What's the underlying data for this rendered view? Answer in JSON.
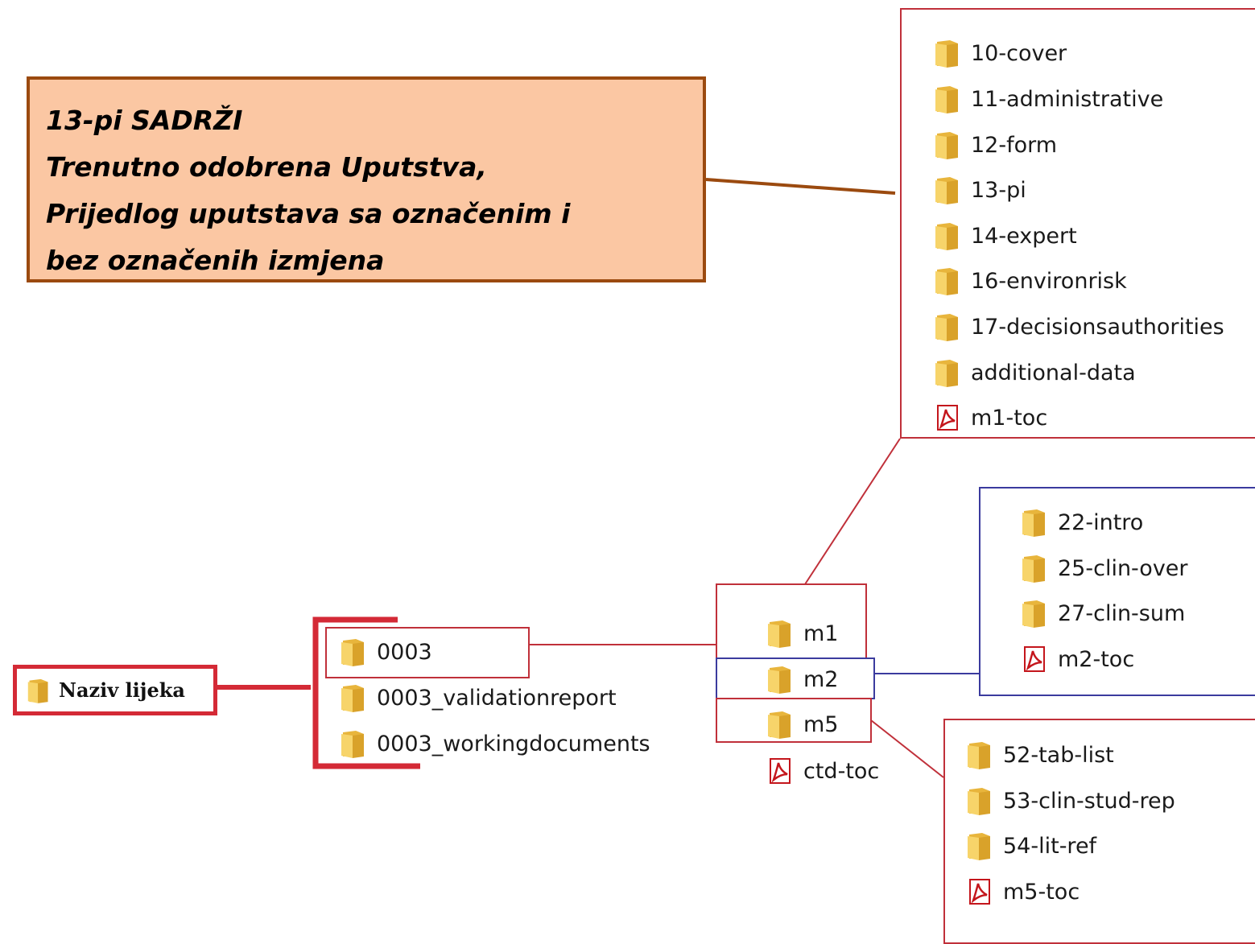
{
  "callout": {
    "lines": [
      "13-pi SADRŽI",
      "Trenutno odobrena Uputstva,",
      "Prijedlog uputstava sa označenim i",
      "bez označenih izmjena"
    ]
  },
  "root": {
    "label": "Naziv lijeka",
    "icon": "folder-icon"
  },
  "level1": [
    {
      "label": "0003",
      "icon": "folder-icon"
    },
    {
      "label": "0003_validationreport",
      "icon": "folder-icon"
    },
    {
      "label": "0003_workingdocuments",
      "icon": "folder-icon"
    }
  ],
  "level2": [
    {
      "label": "m1",
      "icon": "folder-icon"
    },
    {
      "label": "m2",
      "icon": "folder-icon"
    },
    {
      "label": "m5",
      "icon": "folder-icon"
    },
    {
      "label": "ctd-toc",
      "icon": "pdf-icon"
    }
  ],
  "m1_contents": [
    {
      "label": "10-cover",
      "icon": "folder-icon"
    },
    {
      "label": "11-administrative",
      "icon": "folder-icon"
    },
    {
      "label": "12-form",
      "icon": "folder-icon"
    },
    {
      "label": "13-pi",
      "icon": "folder-icon"
    },
    {
      "label": "14-expert",
      "icon": "folder-icon"
    },
    {
      "label": "16-environrisk",
      "icon": "folder-icon"
    },
    {
      "label": "17-decisionsauthorities",
      "icon": "folder-icon"
    },
    {
      "label": "additional-data",
      "icon": "folder-icon"
    },
    {
      "label": "m1-toc",
      "icon": "pdf-icon"
    }
  ],
  "m2_contents": [
    {
      "label": "22-intro",
      "icon": "folder-icon"
    },
    {
      "label": "25-clin-over",
      "icon": "folder-icon"
    },
    {
      "label": "27-clin-sum",
      "icon": "folder-icon"
    },
    {
      "label": "m2-toc",
      "icon": "pdf-icon"
    }
  ],
  "m5_contents": [
    {
      "label": "52-tab-list",
      "icon": "folder-icon"
    },
    {
      "label": "53-clin-stud-rep",
      "icon": "folder-icon"
    },
    {
      "label": "54-lit-ref",
      "icon": "folder-icon"
    },
    {
      "label": "m5-toc",
      "icon": "pdf-icon"
    }
  ],
  "colors": {
    "callout_fill": "#fbc7a3",
    "callout_border": "#9b4a0f",
    "red_frame": "#d42a36",
    "thin_red": "#c0303a",
    "blue_frame": "#3b3b9e",
    "folder": "#f2c34a",
    "pdf": "#c4161c"
  }
}
